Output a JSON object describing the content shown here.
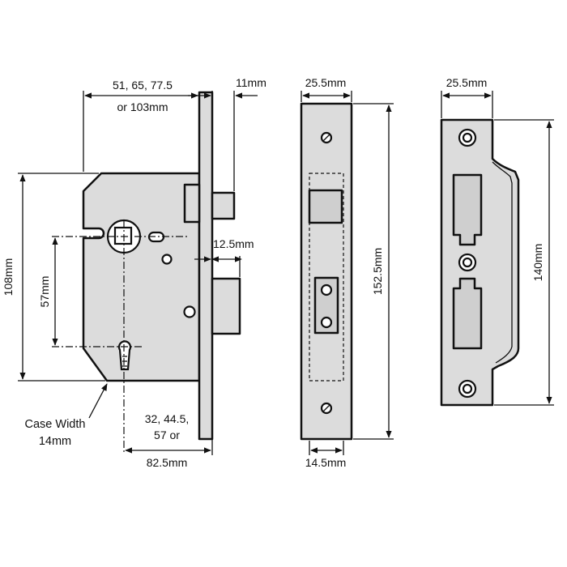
{
  "labels": {
    "backset": "51, 65, 77.5",
    "backset_2": "or 103mm",
    "forend_thickness": "11mm",
    "forend_width_left": "25.5mm",
    "strike_width": "25.5mm",
    "height_case": "108mm",
    "centres": "57mm",
    "bolt_throw": "12.5mm",
    "forend_length": "152.5mm",
    "strike_length": "140mm",
    "case_width_1": "Case Width",
    "case_width_2": "14mm",
    "lower_backset_1": "32, 44.5,",
    "lower_backset_2": "57 or",
    "lower_backset_3": "82.5mm",
    "bolt_width": "14.5mm"
  },
  "colors": {
    "fill": "#dcdcdc",
    "line": "#111111",
    "background": "#ffffff"
  }
}
